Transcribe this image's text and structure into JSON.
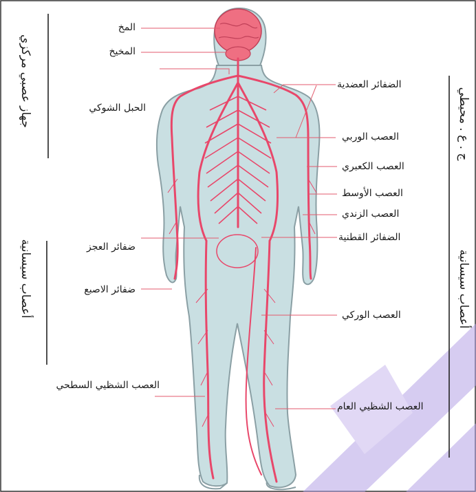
{
  "side_labels": {
    "central_nervous_system": "جهاز عصبي مركزي",
    "somatic_nerves_left": "أعصاب سيسانية",
    "peripheral_system": "ج . ع . محيطي",
    "somatic_nerves_right": "أعصاب سيسانية"
  },
  "labels": {
    "brain": "المخ",
    "cerebellum": "المخيخ",
    "spinal_cord": "الحبل الشوكي",
    "muscular_plexus": "الضفائر العضدية",
    "intercostal_nerve": "العصب الوربي",
    "radial_nerve": "العصب الكعبري",
    "median_nerve": "العصب الأوسط",
    "ulnar_nerve": "العصب الزندي",
    "lumbar_plexus": "الضفائر القطنية",
    "sacral_plexus": "ضفائر العجز",
    "finger_plexus": "ضفائر الاصبع",
    "sciatic_nerve": "العصب الوركي",
    "superficial_peroneal_nerve": "العصب الشظيي السطحي",
    "common_peroneal_nerve": "العصب الشظيي العام"
  },
  "colors": {
    "body": "#c9dfe2",
    "outline": "#8a9fa4",
    "nerve": "#e8476a",
    "brain": "#ef6f82",
    "leader": "#e35a6c",
    "watermark": "#b6a3e6"
  }
}
